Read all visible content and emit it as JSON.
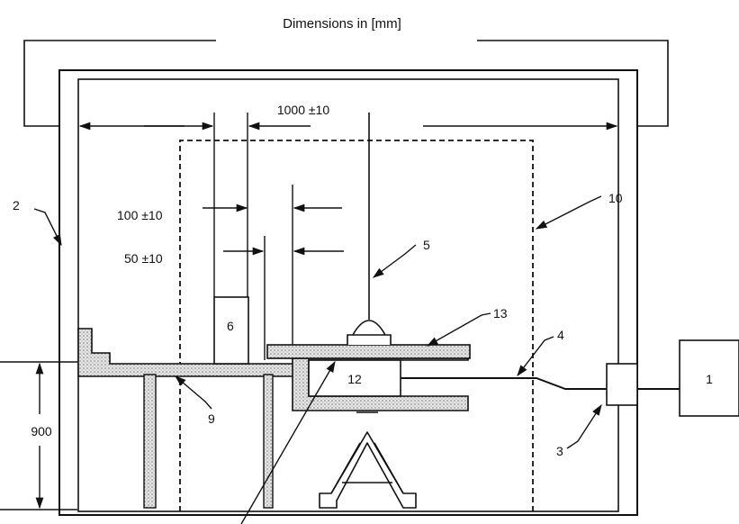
{
  "title": "Dimensions in [mm]",
  "dimensions": {
    "d1000": "1000 ±10",
    "d100": "100 ±10",
    "d50": "50 ±10",
    "d900": "900"
  },
  "labels": {
    "l1": "1",
    "l2": "2",
    "l3": "3",
    "l4": "4",
    "l5": "5",
    "l6": "6",
    "l9": "9",
    "l10": "10",
    "l12": "12",
    "l13": "13"
  }
}
